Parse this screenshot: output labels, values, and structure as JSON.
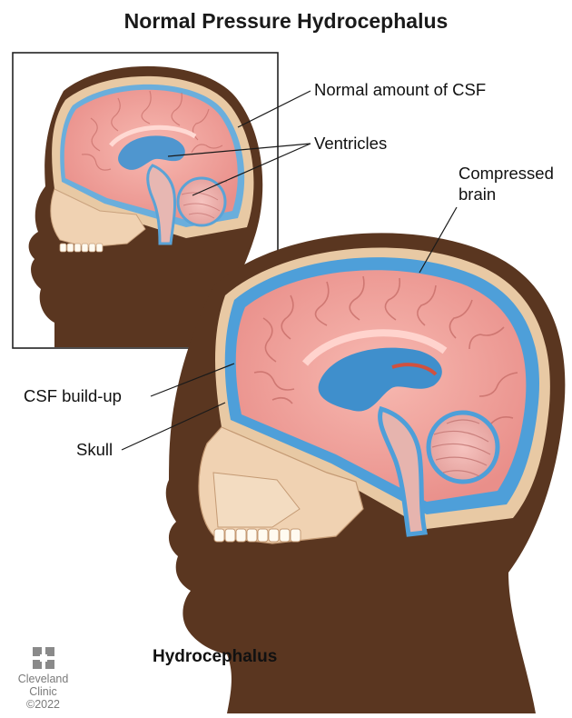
{
  "title": "Normal Pressure Hydrocephalus",
  "labels": {
    "normal_csf": "Normal amount of CSF",
    "ventricles": "Ventricles",
    "compressed_brain_line1": "Compressed",
    "compressed_brain_line2": "brain",
    "csf_buildup": "CSF build-up",
    "skull": "Skull"
  },
  "caption": "Hydrocephalus",
  "logo": {
    "line1": "Cleveland",
    "line2": "Clinic",
    "copyright": "©2022"
  },
  "colors": {
    "skin": "#5a3620",
    "bone": "#e9c9a6",
    "brain": "#f2a7a0",
    "csf": "#5aa3d6",
    "frame": "#222222"
  }
}
